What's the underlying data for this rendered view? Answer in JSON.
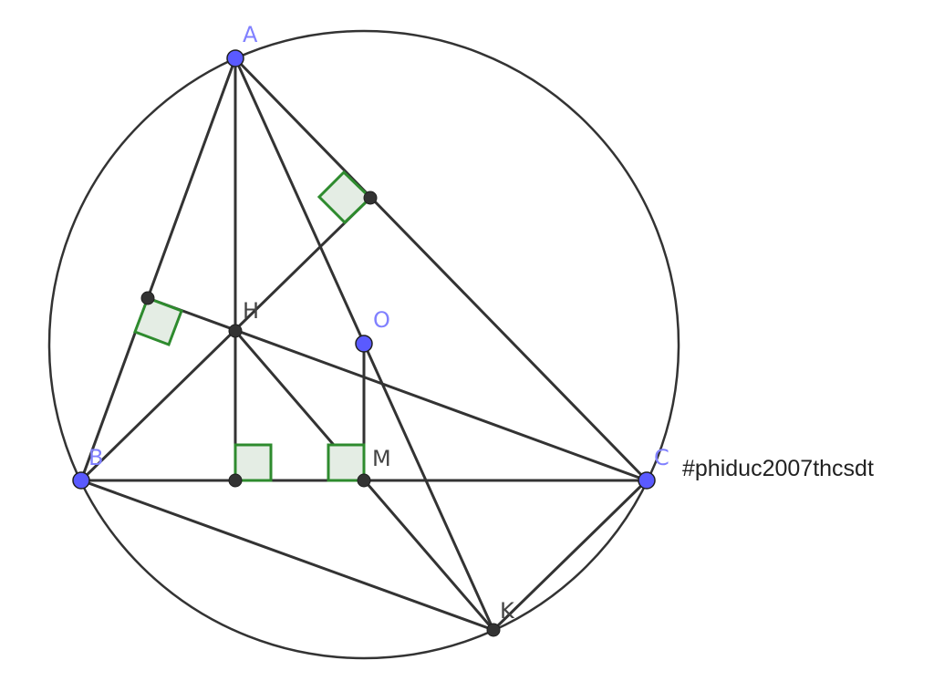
{
  "points": [
    {
      "id": "A",
      "label": "A",
      "kind": "free"
    },
    {
      "id": "B",
      "label": "B",
      "kind": "free"
    },
    {
      "id": "C",
      "label": "C",
      "kind": "free"
    },
    {
      "id": "O",
      "label": "O",
      "kind": "free"
    },
    {
      "id": "H",
      "label": "H",
      "kind": "dependent"
    },
    {
      "id": "M",
      "label": "M",
      "kind": "dependent"
    },
    {
      "id": "K",
      "label": "K",
      "kind": "dependent"
    }
  ],
  "colors": {
    "free_point": "#5a5aff",
    "dependent_point": "#333333",
    "free_label": "#8080ff",
    "dependent_label": "#444444",
    "line": "#333333",
    "right_angle": "#2e8b2e"
  },
  "watermark": "#phiduc2007thcsdt"
}
